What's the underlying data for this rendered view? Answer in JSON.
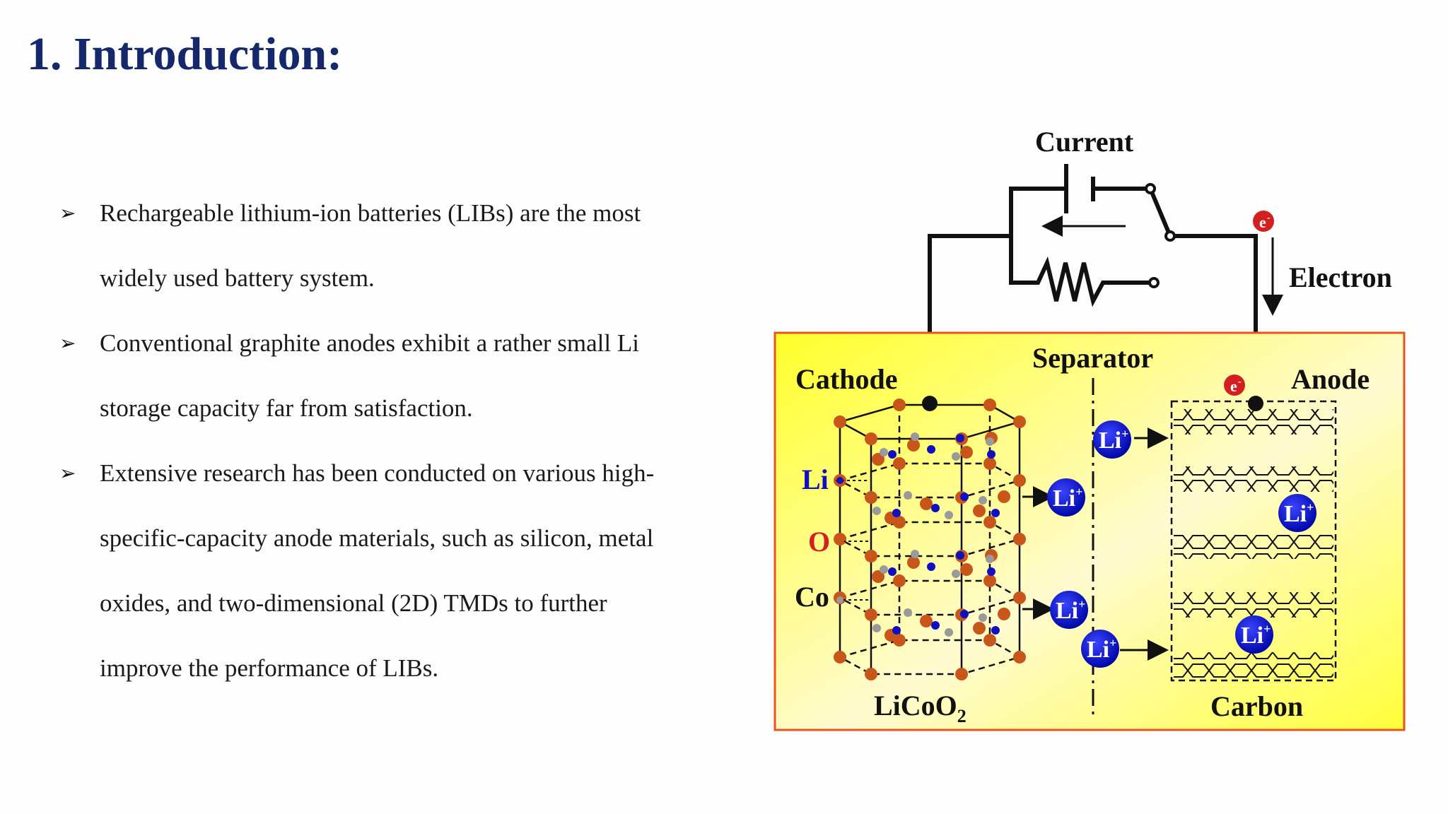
{
  "slide": {
    "title": "1. Introduction:",
    "bullets": [
      "Rechargeable lithium-ion batteries (LIBs) are the most widely used battery system.",
      "Conventional graphite anodes exhibit a rather small Li storage capacity far from satisfaction.",
      "Extensive research has been conducted on various high-specific-capacity anode materials, such as silicon, metal oxides, and two-dimensional (2D) TMDs to further improve the performance of LIBs."
    ]
  },
  "diagram": {
    "current_label": "Current",
    "electron_label": "Electron",
    "electron_symbol": "e",
    "electron_charge": "-",
    "separator_label": "Separator",
    "cathode_label": "Cathode",
    "anode_label": "Anode",
    "li_label": "Li",
    "o_label": "O",
    "co_label": "Co",
    "cathode_material": "LiCoO",
    "cathode_material_subscript": "2",
    "anode_material": "Carbon",
    "ion_symbol": "Li",
    "ion_charge": "+",
    "colors": {
      "box_border": "#e8531e",
      "box_yellow": "#ffff33",
      "oxygen": "#c8561a",
      "lithium": "#1010c0",
      "cobalt": "#9a9a9a",
      "ion": "#0c14c8",
      "electron": "#d22020",
      "title": "#14286b"
    }
  }
}
